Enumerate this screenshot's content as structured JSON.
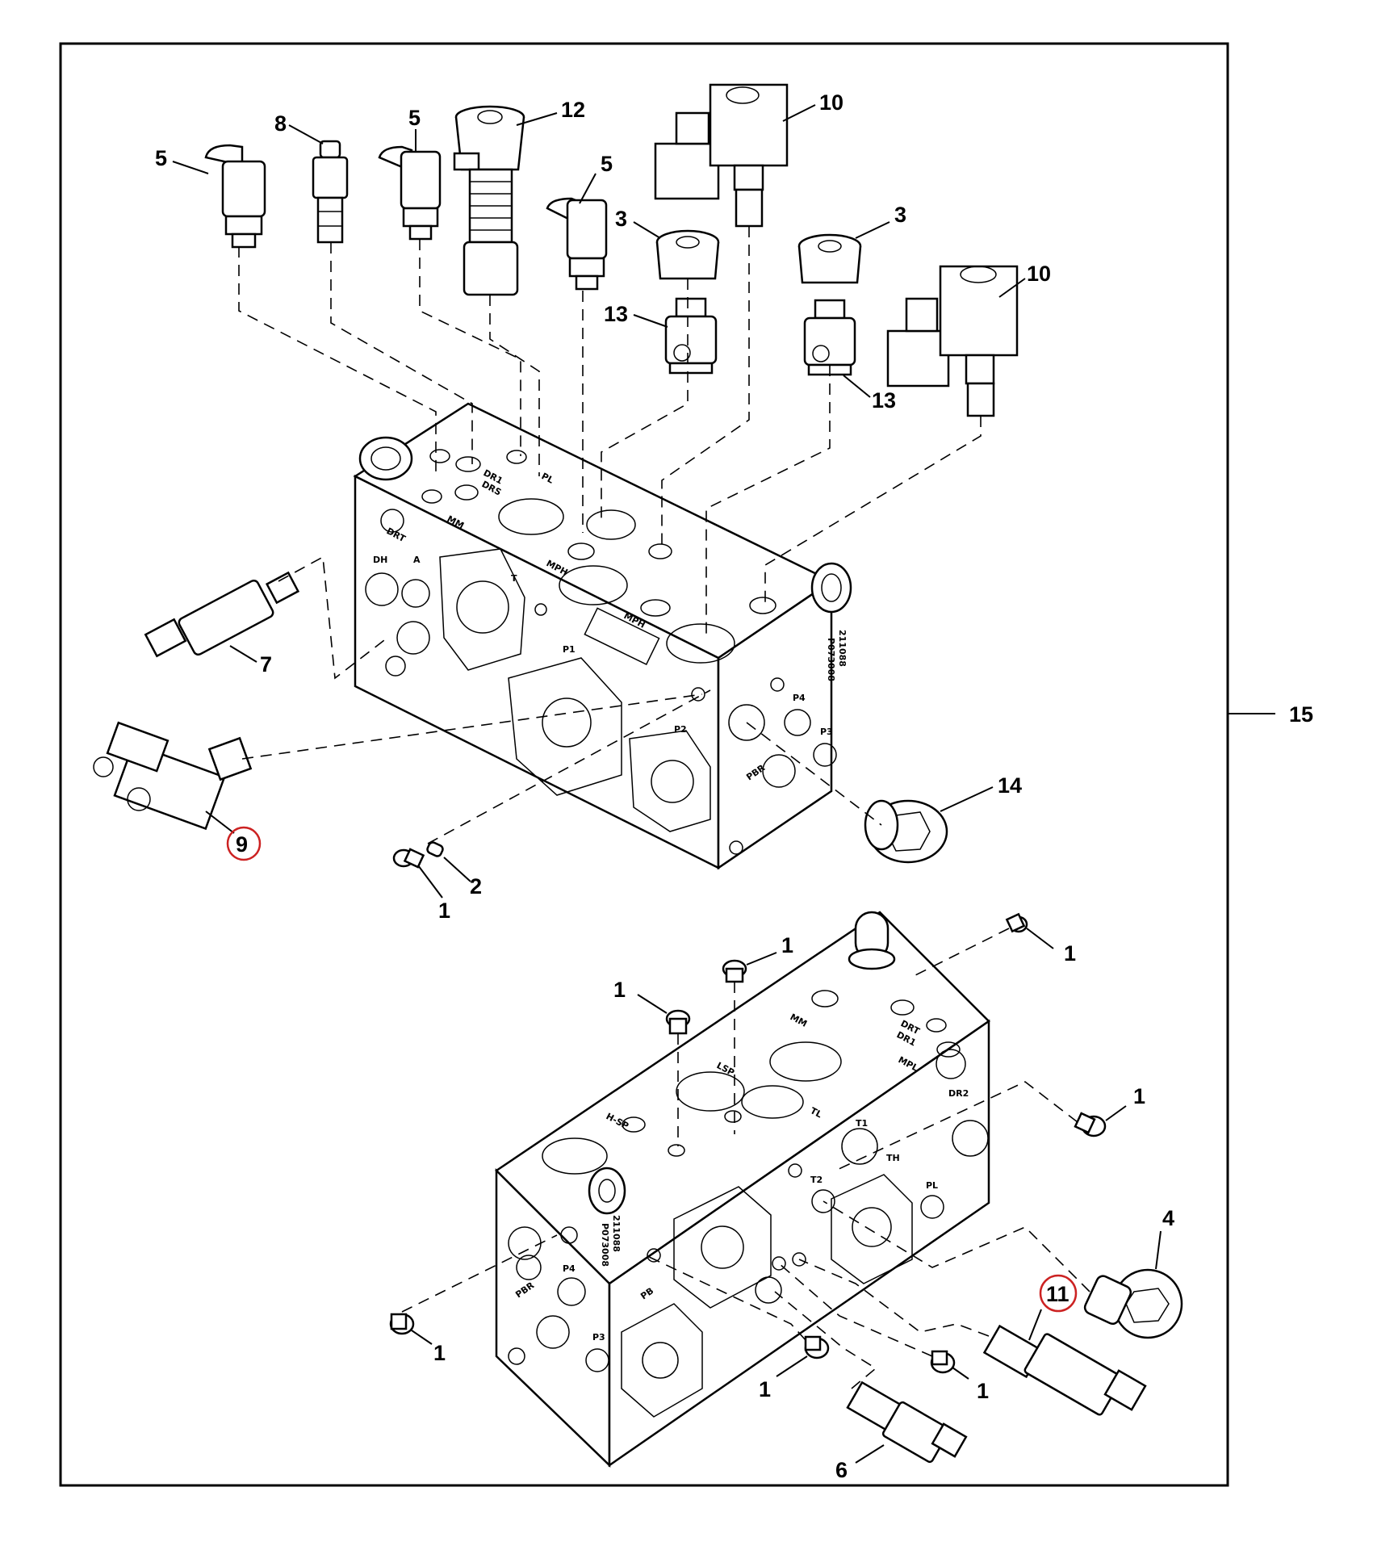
{
  "callouts": {
    "c1": "1",
    "c2": "2",
    "c3": "3",
    "c4": "4",
    "c5": "5",
    "c6": "6",
    "c7": "7",
    "c8": "8",
    "c9": "9",
    "c10": "10",
    "c11": "11",
    "c12": "12",
    "c13": "13",
    "c14": "14",
    "c15": "15"
  },
  "highlight_color": "#cc2222",
  "ports_upper": {
    "drt": "DRT",
    "mm": "MM",
    "dr1": "DR1",
    "drs": "DRS",
    "pl": "PL",
    "dh": "DH",
    "a": "A",
    "t": "T",
    "mph": "MPH",
    "mph1": "MPH",
    "p1": "P1",
    "p2": "P2",
    "p4": "P4",
    "p3": "P3",
    "pbr": "PBR",
    "serial1": "211088",
    "serial2": "P073008"
  },
  "ports_lower": {
    "mm": "MM",
    "drt": "DRT",
    "dr1": "DR1",
    "mpl": "MPL",
    "dr2": "DR2",
    "lsp": "LSP",
    "hsp": "H-SP",
    "tl": "TL",
    "t1": "T1",
    "th": "TH",
    "t2": "T2",
    "pl": "PL",
    "pb": "PB",
    "p4": "P4",
    "pbr": "PBR",
    "p3": "P3",
    "serial1": "211088",
    "serial2": "P073008"
  }
}
